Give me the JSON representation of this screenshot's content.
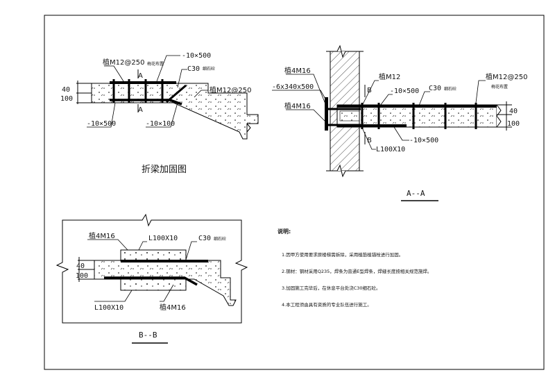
{
  "plan": {
    "labels": {
      "bolt_top": "植M12@250",
      "bolt_top_note": "梅花布置",
      "plate_top": "-10×500",
      "concrete": "C30",
      "concrete_note": "细石砼",
      "section_a": "A",
      "dim_40": "40",
      "dim_100": "100",
      "bolt_right": "植M12@250",
      "plate_bottom": "-10×500",
      "plate_bend": "-10×100",
      "title": "折梁加固图"
    }
  },
  "section_aa": {
    "labels": {
      "bolt_4m16_top": "植4M16",
      "plate_340": "-6x340x500",
      "bolt_4m16_bottom": "植4M16",
      "bolt_m12": "植M12",
      "section_b": "B",
      "plate_top": "-10×500",
      "concrete": "C30",
      "concrete_note": "细石砼",
      "bolt_right": "植M12@250",
      "bolt_right_note": "梅花布置",
      "dim_40": "40",
      "dim_100": "100",
      "plate_bottom": "-10×500",
      "angle": "L100X10",
      "title": "A--A"
    }
  },
  "section_bb": {
    "labels": {
      "bolt_top": "植4M16",
      "angle_top": "L100X10",
      "concrete": "C30",
      "concrete_note": "细石砼",
      "dim_40": "40",
      "dim_100": "100",
      "angle_bottom": "L100X10",
      "bolt_bottom": "植4M16",
      "title": "B--B"
    }
  },
  "notes": {
    "heading": "说明:",
    "items": [
      "1.因甲方使用要求原楼梯需拆除，采用植筋植锚栓进行加固。",
      "2.钢材：钢材采用Q235，焊条为普通E型焊条，焊缝长度按相关规范施焊。",
      "3.加固施工完毕后，在休息平台处浇C30细石砼。",
      "4.本工程须由具有资质的专业队伍进行施工。"
    ]
  }
}
